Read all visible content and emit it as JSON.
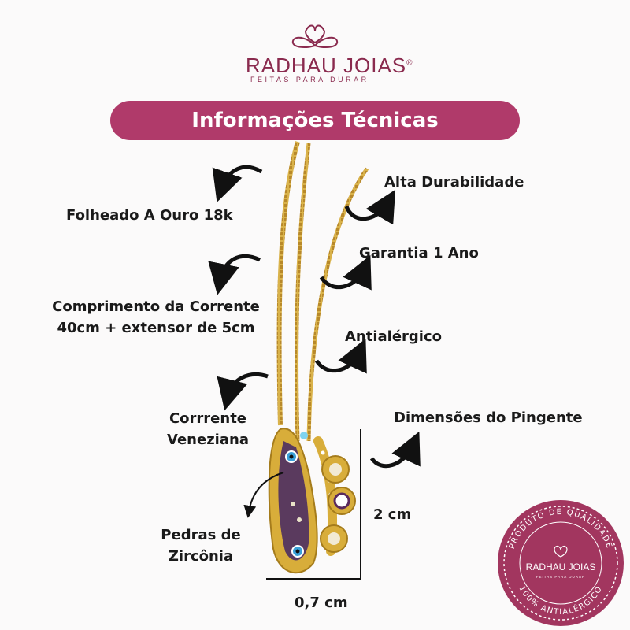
{
  "brand": {
    "name": "RADHAU JOIAS",
    "registered": "®",
    "tagline": "FEITAS PARA DURAR"
  },
  "banner": {
    "title": "Informações Técnicas"
  },
  "features": {
    "plating": "Folheado A Ouro 18k",
    "chain_length_line1": "Comprimento da Corrente",
    "chain_length_line2": "40cm + extensor de 5cm",
    "chain_type_line1": "Corrrente",
    "chain_type_line2": "Veneziana",
    "stones_line1": "Pedras de",
    "stones_line2": "Zircônia",
    "durability": "Alta Durabilidade",
    "warranty": "Garantia 1 Ano",
    "hypoallergenic": "Antialérgico",
    "pendant_dimensions": "Dimensões do Pingente"
  },
  "dimensions": {
    "height": "2 cm",
    "width": "0,7 cm"
  },
  "seal": {
    "top_text": "PRODUTO DE QUALIDADE",
    "bottom_text": "100% ANTIALÉRGICO",
    "brand": "RADHAU JOIAS",
    "tagline": "FEITAS PARA DURAR"
  },
  "colors": {
    "brand": "#8a2a4e",
    "banner": "#b03a6a",
    "seal": "#a2365f",
    "gold": "#d4a93c"
  }
}
